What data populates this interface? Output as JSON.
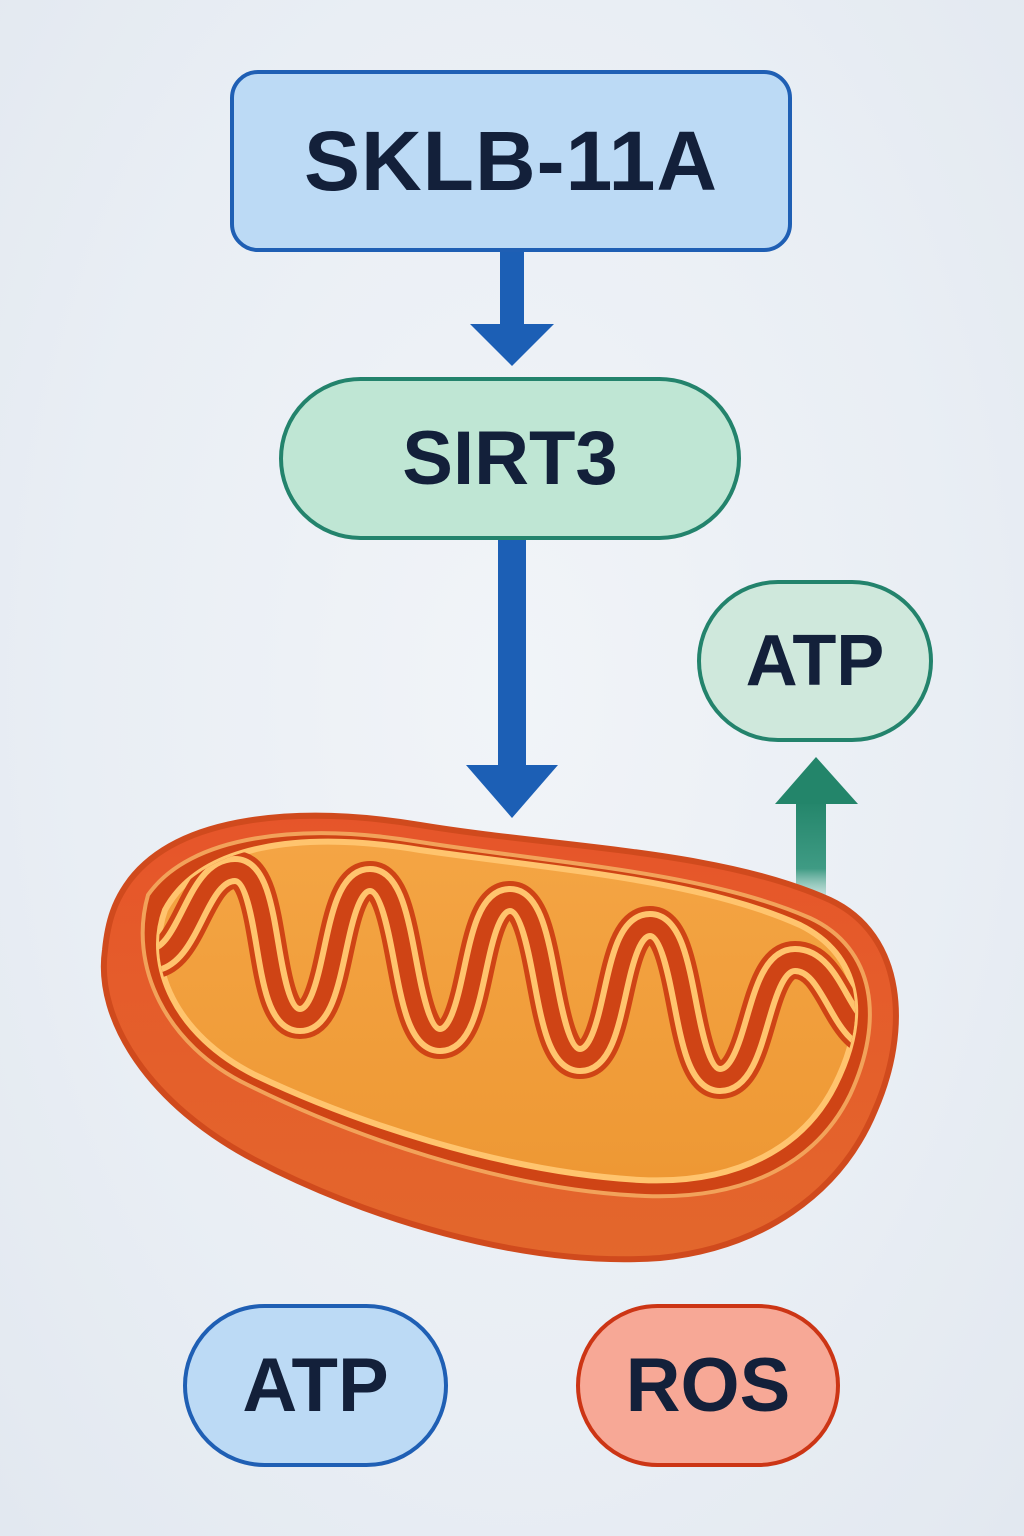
{
  "nodes": {
    "sklb": {
      "label": "SKLB-11A"
    },
    "sirt3": {
      "label": "SIRT3"
    },
    "atp_top": {
      "label": "ATP"
    },
    "atp_bottom": {
      "label": "ATP"
    },
    "ros": {
      "label": "ROS"
    }
  },
  "colors": {
    "blue_arrow": "#1c5fb5",
    "green_arrow": "#23856a",
    "mito_outer": "#e4572a",
    "mito_inner_edge": "#cf4415",
    "mito_matrix": "#f0a03a",
    "cristae_line": "#ffc46e"
  },
  "icons": {
    "organelle": "mitochondrion-illustration"
  }
}
